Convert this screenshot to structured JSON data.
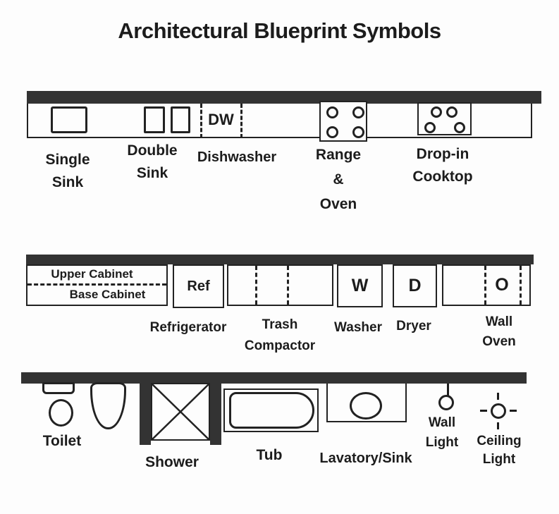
{
  "title": "Architectural Blueprint Symbols",
  "colors": {
    "wall_band": "#333333",
    "line": "#222222",
    "background": "#fdfdfd",
    "text": "#1c1c1c"
  },
  "kitchen_row": {
    "symbols": [
      {
        "name": "single-sink",
        "label": [
          "Single",
          "Sink"
        ]
      },
      {
        "name": "double-sink",
        "label": [
          "Double",
          "Sink"
        ]
      },
      {
        "name": "dishwasher",
        "abbr": "DW",
        "label": [
          "Dishwasher"
        ]
      },
      {
        "name": "range-oven",
        "label": [
          "Range",
          "&",
          "Oven"
        ]
      },
      {
        "name": "drop-in-cooktop",
        "label": [
          "Drop-in",
          "Cooktop"
        ]
      }
    ]
  },
  "appliance_row": {
    "symbols": [
      {
        "name": "upper-base-cabinet",
        "upper_text": "Upper Cabinet",
        "base_text": "Base Cabinet"
      },
      {
        "name": "refrigerator",
        "abbr": "Ref",
        "label": [
          "Refrigerator"
        ]
      },
      {
        "name": "trash-compactor",
        "label": [
          "Trash",
          "Compactor"
        ]
      },
      {
        "name": "washer",
        "abbr": "W",
        "label": [
          "Washer"
        ]
      },
      {
        "name": "dryer",
        "abbr": "D",
        "label": [
          "Dryer"
        ]
      },
      {
        "name": "wall-oven",
        "abbr": "O",
        "label": [
          "Wall",
          "Oven"
        ]
      }
    ]
  },
  "bathroom_row": {
    "symbols": [
      {
        "name": "toilet",
        "label": [
          "Toilet"
        ]
      },
      {
        "name": "shower",
        "label": [
          "Shower"
        ]
      },
      {
        "name": "tub",
        "label": [
          "Tub"
        ]
      },
      {
        "name": "lavatory-sink",
        "label": [
          "Lavatory/Sink"
        ]
      },
      {
        "name": "wall-light",
        "label": [
          "Wall",
          "Light"
        ]
      },
      {
        "name": "ceiling-light",
        "label": [
          "Ceiling",
          "Light"
        ]
      }
    ]
  }
}
